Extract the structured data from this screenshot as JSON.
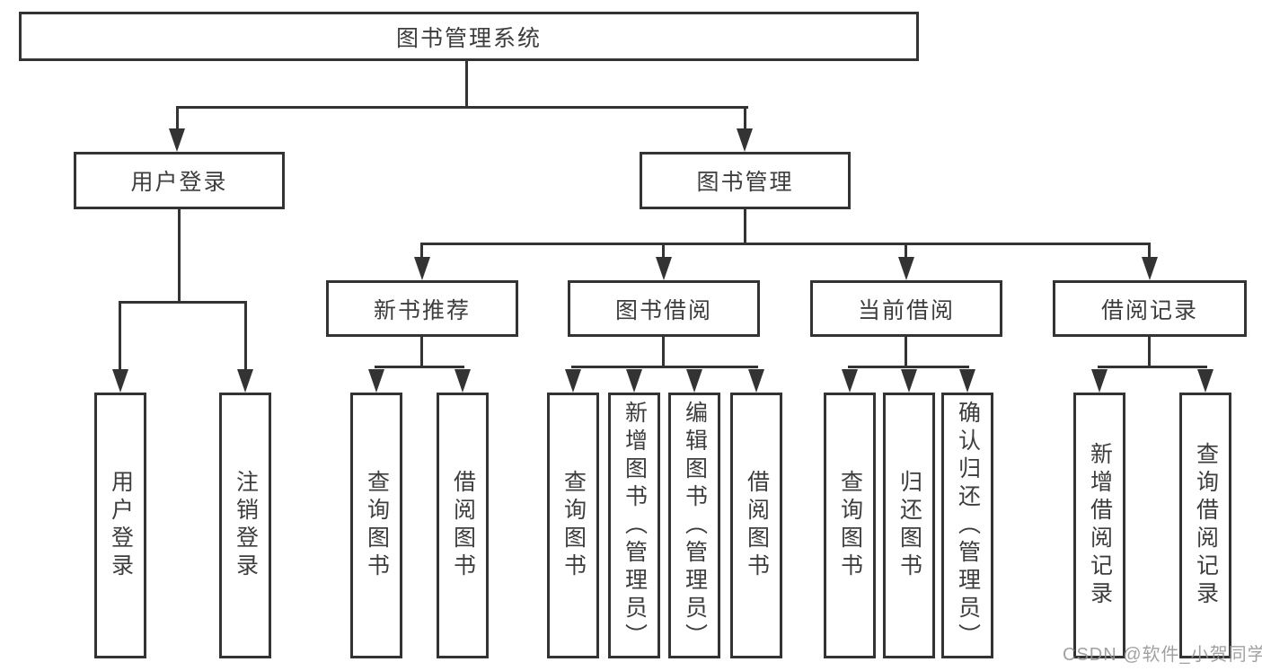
{
  "diagram_type": "hierarchy-tree",
  "colors": {
    "line": "#333333",
    "text": "#3d3d3d",
    "background": "#ffffff",
    "watermark": "#949494"
  },
  "tree": {
    "root": {
      "label": "图书管理系统"
    },
    "branches": [
      {
        "label": "用户登录",
        "leaves": [
          {
            "label": "用户登录"
          },
          {
            "label": "注销登录"
          }
        ]
      },
      {
        "label": "图书管理",
        "groups": [
          {
            "label": "新书推荐",
            "leaves": [
              {
                "label": "查询图书"
              },
              {
                "label": "借阅图书"
              }
            ]
          },
          {
            "label": "图书借阅",
            "leaves": [
              {
                "label": "查询图书"
              },
              {
                "label": "新增图书（管理员）"
              },
              {
                "label": "编辑图书（管理员）"
              },
              {
                "label": "借阅图书"
              }
            ]
          },
          {
            "label": "当前借阅",
            "leaves": [
              {
                "label": "查询图书"
              },
              {
                "label": "归还图书"
              },
              {
                "label": "确认归还（管理员）"
              }
            ]
          },
          {
            "label": "借阅记录",
            "leaves": [
              {
                "label": "新增借阅记录"
              },
              {
                "label": "查询借阅记录"
              }
            ]
          }
        ]
      }
    ]
  },
  "watermark": {
    "text": "CSDN @软件_小贺同学"
  }
}
